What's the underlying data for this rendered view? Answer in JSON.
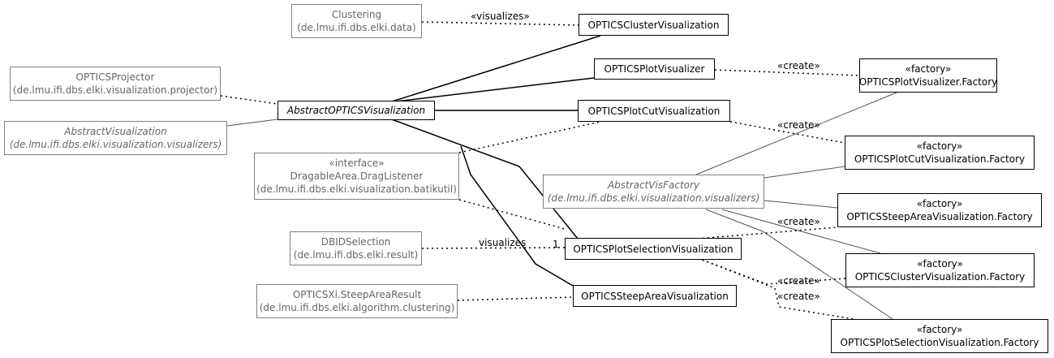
{
  "nodes": {
    "clustering": {
      "line1": "Clustering",
      "line2": "(de.lmu.ifi.dbs.elki.data)"
    },
    "optics_projector": {
      "line1": "OPTICSProjector",
      "line2": "(de.lmu.ifi.dbs.elki.visualization.projector)"
    },
    "abstract_visualization": {
      "line1": "AbstractVisualization",
      "line2": "(de.lmu.ifi.dbs.elki.visualization.visualizers)"
    },
    "drag_listener": {
      "line1": "«interface»",
      "line2": "DragableArea.DragListener",
      "line3": "(de.lmu.ifi.dbs.elki.visualization.batikutil)"
    },
    "dbid_selection": {
      "line1": "DBIDSelection",
      "line2": "(de.lmu.ifi.dbs.elki.result)"
    },
    "steep_area_result": {
      "line1": "OPTICSXi.SteepAreaResult",
      "line2": "(de.lmu.ifi.dbs.elki.algorithm.clustering)"
    },
    "abstract_optics_visualization": {
      "line1": "AbstractOPTICSVisualization"
    },
    "optics_cluster_visualization": {
      "line1": "OPTICSClusterVisualization"
    },
    "optics_plot_visualizer": {
      "line1": "OPTICSPlotVisualizer"
    },
    "optics_plot_cut_visualization": {
      "line1": "OPTICSPlotCutVisualization"
    },
    "optics_plot_selection_visualization": {
      "line1": "OPTICSPlotSelectionVisualization"
    },
    "optics_steep_area_visualization": {
      "line1": "OPTICSSteepAreaVisualization"
    },
    "abstract_vis_factory": {
      "line1": "AbstractVisFactory",
      "line2": "(de.lmu.ifi.dbs.elki.visualization.visualizers)"
    },
    "plot_visualizer_factory": {
      "line1": "«factory»",
      "line2": "OPTICSPlotVisualizer.Factory"
    },
    "plot_cut_factory": {
      "line1": "«factory»",
      "line2": "OPTICSPlotCutVisualization.Factory"
    },
    "steep_area_factory": {
      "line1": "«factory»",
      "line2": "OPTICSSteepAreaVisualization.Factory"
    },
    "cluster_factory": {
      "line1": "«factory»",
      "line2": "OPTICSClusterVisualization.Factory"
    },
    "plot_selection_factory": {
      "line1": "«factory»",
      "line2": "OPTICSPlotSelectionVisualization.Factory"
    }
  },
  "edge_labels": {
    "visualizes_top": "«visualizes»",
    "create_plot_visualizer": "«create»",
    "create_plot_cut": "«create»",
    "create_steep_area": "«create»",
    "create_cluster": "«create»",
    "create_plot_selection": "«create»",
    "visualizes_selection": "visualizes",
    "multiplicity": "1"
  },
  "colors": {
    "dark_edge": "#000000",
    "gray_edge": "#555555",
    "gray_border": "#808080",
    "gray_text": "#666666"
  }
}
